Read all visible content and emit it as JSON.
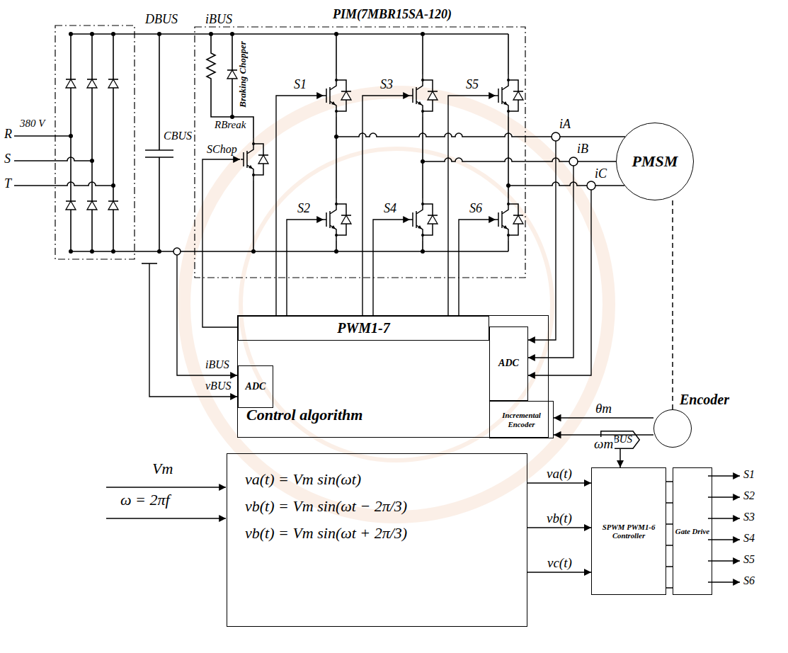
{
  "diagram": {
    "nodes": [
      {
        "text": [
          "PIM(7MBR15SA-120)"
        ]
      },
      {
        "text": [
          "PMSM"
        ]
      },
      {
        "text": [
          "Control algorithm"
        ]
      },
      {
        "text": [
          "PWM1-7"
        ],
        "in": 2
      },
      {
        "text": [
          "ADC"
        ],
        "in": 2
      },
      {
        "text": [
          "ADC"
        ],
        "in": 2
      },
      {
        "text": [
          "Incremental Encoder"
        ],
        "in": 2
      },
      {
        "text": [
          "Encoder"
        ]
      },
      {
        "text": [
          "va(t) = Vm sin(ωt)",
          "vb(t) = Vm sin(ωt − 2π/3)",
          "vb(t) = Vm sin(ωt + 2π/3)"
        ]
      },
      {
        "text": [
          "SPWM PWM1-6 Controller"
        ]
      },
      {
        "text": [
          "Gate Drive"
        ]
      },
      {
        "text": [
          "vBUS"
        ]
      }
    ],
    "edges": [
      {
        "from": 8,
        "to": 9,
        "label": "va(t)",
        "arrow": "to"
      },
      {
        "from": 8,
        "to": 9,
        "label": "vb(t)",
        "arrow": "to"
      },
      {
        "from": 8,
        "to": 9,
        "label": "vc(t)",
        "arrow": "to"
      },
      {
        "from": 9,
        "to": 10,
        "arrow": "none"
      },
      {
        "from": 9,
        "to": 10,
        "arrow": "none"
      },
      {
        "from": 9,
        "to": 10,
        "arrow": "none"
      },
      {
        "from": 9,
        "to": 10,
        "arrow": "none"
      },
      {
        "from": 9,
        "to": 10,
        "arrow": "none"
      },
      {
        "from": 9,
        "to": 10,
        "arrow": "none"
      },
      {
        "from": 11,
        "to": 9,
        "arrow": "to"
      },
      {
        "from": 7,
        "to": 6,
        "label": "θm",
        "arrow": "to"
      },
      {
        "from": 7,
        "to": 6,
        "label": "ωm",
        "arrow": "to"
      },
      {
        "from": 1,
        "to": 7,
        "arrow": "none"
      }
    ],
    "labels": [
      "R",
      "380 V",
      "S",
      "T",
      "DBUS",
      "iBUS",
      "Braking Chopper",
      "RBreak",
      "CBUS",
      "SChop",
      "S1",
      "S3",
      "S5",
      "iA",
      "iB",
      "iC",
      "S2",
      "S4",
      "S6",
      "iBUS",
      "vBUS",
      "Vm",
      "ω = 2πf",
      "S1",
      "S2",
      "S3",
      "S4",
      "S5",
      "S6"
    ]
  }
}
